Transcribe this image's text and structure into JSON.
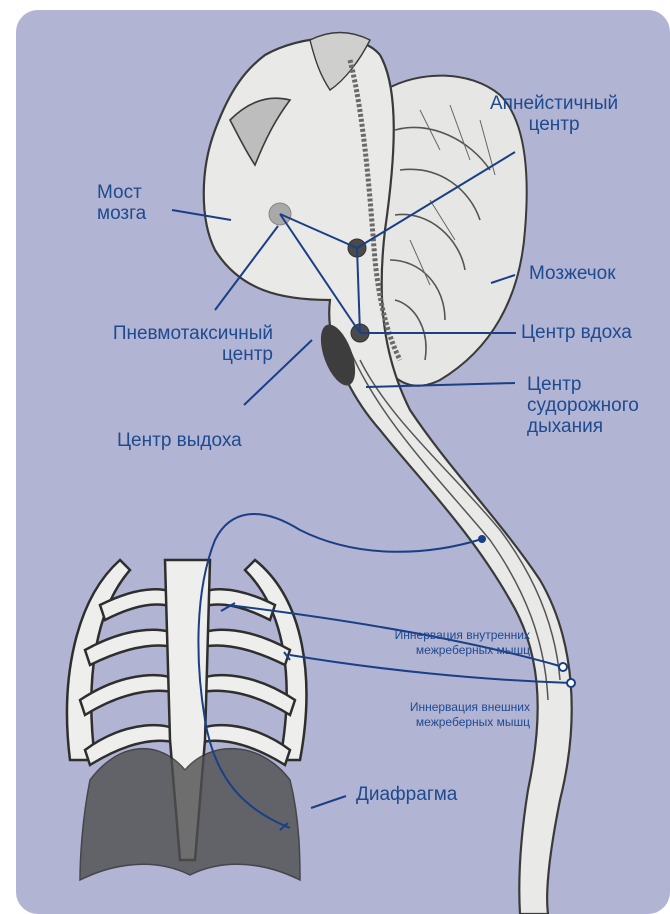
{
  "labels": {
    "most_line1": "Мост",
    "most_line2": "мозга",
    "apneustic_line1": "Апнейстичный",
    "apneustic_line2": "центр",
    "cerebellum": "Мозжечок",
    "pneumotaxic_line1": "Пневмотаксичный",
    "pneumotaxic_line2": "центр",
    "inspiration": "Центр вдоха",
    "gasping_line1": "Центр",
    "gasping_line2": "судорожного",
    "gasping_line3": "дыхания",
    "expiration": "Центр выдоха",
    "internal_line1": "Иннервация внутренних",
    "internal_line2": "межреберных мышц",
    "external_line1": "Иннервация внешних",
    "external_line2": "межреберных мышц",
    "diaphragm": "Диафрагма"
  },
  "colors": {
    "background": "#b2b4d3",
    "label": "#1e4a8f",
    "line": "#1a3f86",
    "tissue": "#e9e9e7",
    "outline": "#3a3a3a"
  }
}
